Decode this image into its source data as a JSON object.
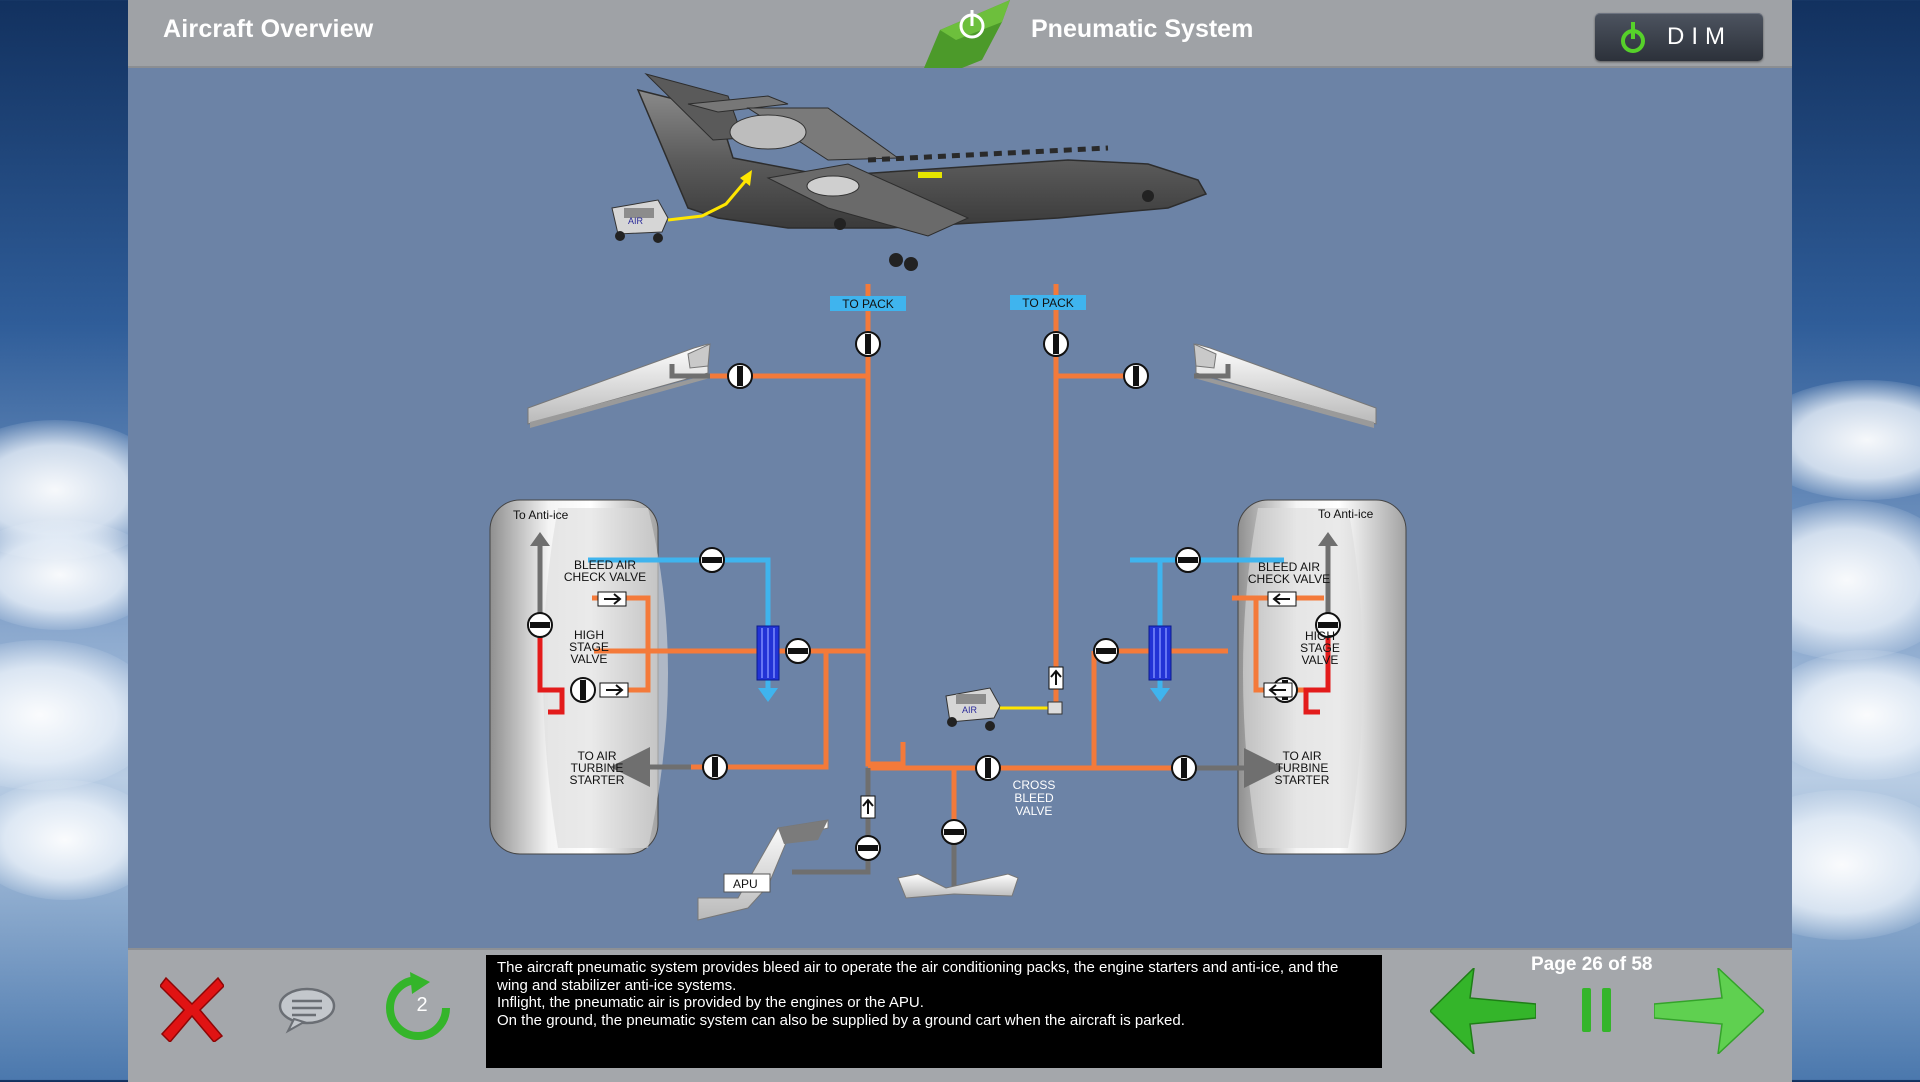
{
  "header": {
    "left_title": "Aircraft Overview",
    "center_title": "Pneumatic System",
    "dim_label": "DIM"
  },
  "diagram": {
    "to_pack_left": "TO PACK",
    "to_pack_right": "TO PACK",
    "to_anti_ice_left": "To Anti-ice",
    "to_anti_ice_right": "To Anti-ice",
    "bleed_air_check_valve_left": [
      "BLEED AIR",
      "CHECK VALVE"
    ],
    "bleed_air_check_valve_right": [
      "BLEED AIR",
      "CHECK VALVE"
    ],
    "high_stage_valve_left": [
      "HIGH",
      "STAGE",
      "VALVE"
    ],
    "high_stage_valve_right": [
      "HIGH",
      "STAGE",
      "VALVE"
    ],
    "air_turbine_starter_left": [
      "TO AIR",
      "TURBINE",
      "STARTER"
    ],
    "air_turbine_starter_right": [
      "TO AIR",
      "TURBINE",
      "STARTER"
    ],
    "cross_bleed_valve": [
      "CROSS",
      "BLEED",
      "VALVE"
    ],
    "apu": "APU",
    "ground_cart_label": "AIR",
    "colors": {
      "bleed_air": "#f47a3a",
      "high_stage": "#e31b1b",
      "cold_air": "#3fb4ee",
      "duct_gray": "#6f6f6f",
      "cart_air_line": "#ffe600"
    }
  },
  "caption": {
    "lines": [
      "The aircraft pneumatic system provides bleed air to operate the air conditioning packs, the engine starters and anti-ice, and the wing and stabilizer anti-ice systems.",
      "Inflight, the pneumatic air is provided by the engines or the APU.",
      "On the ground, the pneumatic system can also be supplied by a ground cart when the aircraft is parked."
    ]
  },
  "navigation": {
    "page_indicator": "Page 26 of 58",
    "replay_count": "2",
    "close_icon": "close-x-icon",
    "chat_icon": "speech-bubble-icon",
    "replay_icon": "replay-arrow-icon",
    "prev_icon": "arrow-left-icon",
    "pause_icon": "pause-icon",
    "next_icon": "arrow-right-icon"
  }
}
